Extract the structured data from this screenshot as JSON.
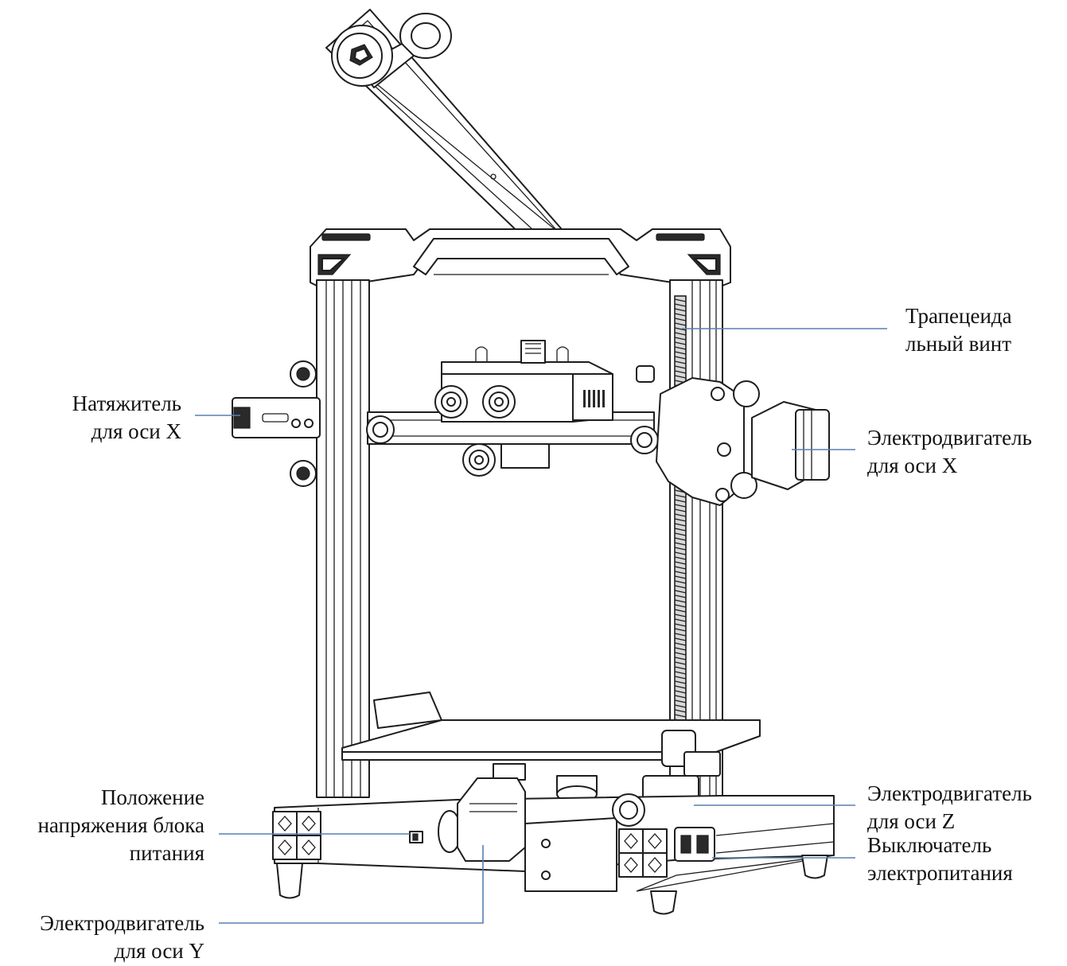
{
  "diagram": {
    "line_color": "#5a7fb0",
    "ink_color": "#1e1e1e",
    "labels": {
      "trapezoidal_screw": [
        "Трапецеида",
        "льный винт"
      ],
      "x_tensioner": [
        "Натяжитель",
        "для оси X"
      ],
      "x_motor": [
        "Электродвигатель",
        "для оси X"
      ],
      "psu_voltage": [
        "Положение",
        "напряжения блока",
        "питания"
      ],
      "z_motor": [
        "Электродвигатель",
        "для оси Z"
      ],
      "power_switch": [
        "Выключатель",
        "электропитания"
      ],
      "y_motor": [
        "Электродвигатель",
        "для оси Y"
      ]
    }
  }
}
